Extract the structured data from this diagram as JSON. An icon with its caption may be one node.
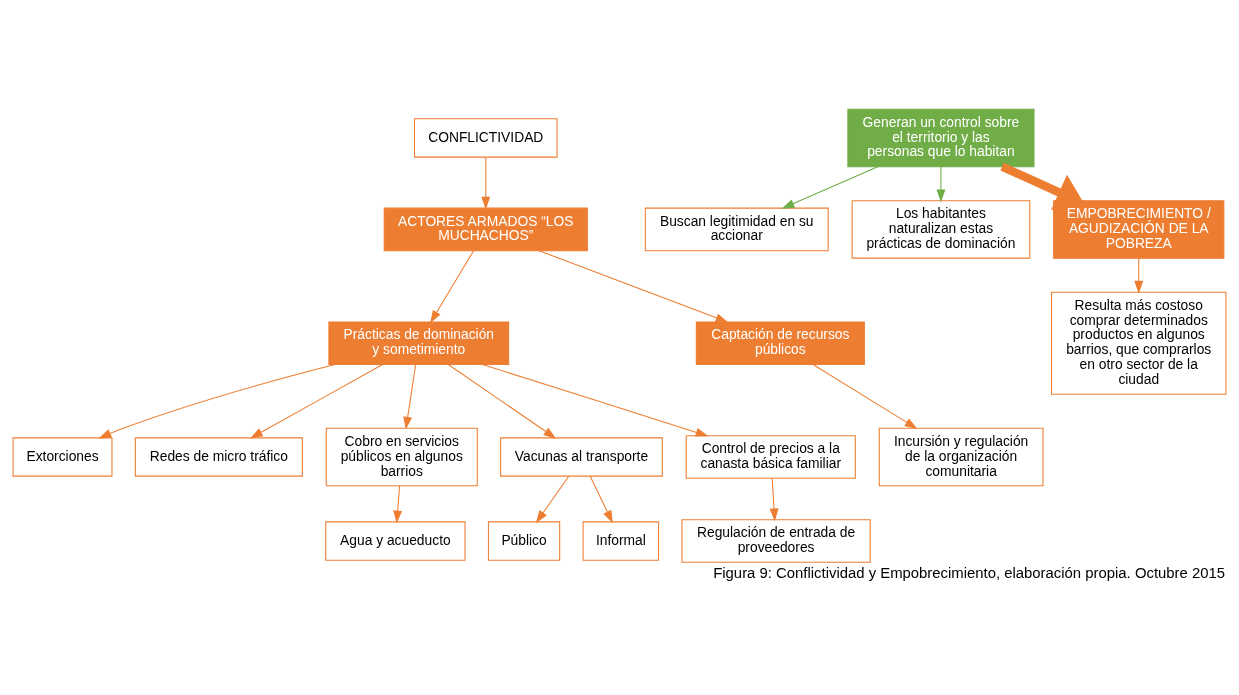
{
  "diagram": {
    "caption": "Figura 9: Conflictividad y Empobrecimiento, elaboración propia. Octubre 2015",
    "nodes": [
      {
        "text": [
          "CONFLICTIVIDAD"
        ]
      },
      {
        "text": [
          "ACTORES ARMADOS “LOS MUCHACHOS”"
        ]
      },
      {
        "text": [
          "Prácticas de dominación y sometimiento"
        ]
      },
      {
        "text": [
          "Captación de recursos públicos"
        ]
      },
      {
        "text": [
          "Extorciones"
        ]
      },
      {
        "text": [
          "Redes de micro tráfico"
        ]
      },
      {
        "text": [
          "Cobro en servicios públicos en algunos barrios"
        ]
      },
      {
        "text": [
          "Vacunas al transporte"
        ]
      },
      {
        "text": [
          "Control de precios a la canasta básica familiar"
        ]
      },
      {
        "text": [
          "Incursión y regulación de la organización comunitaria"
        ]
      },
      {
        "text": [
          "Agua y acueducto"
        ]
      },
      {
        "text": [
          "Público"
        ]
      },
      {
        "text": [
          "Informal"
        ]
      },
      {
        "text": [
          "Regulación de entrada de proveedores"
        ]
      },
      {
        "text": [
          "Buscan legitimidad en su accionar"
        ]
      },
      {
        "text": [
          "Generan un control sobre el territorio y las personas que lo habitan"
        ]
      },
      {
        "text": [
          "Los habitantes naturalizan estas prácticas de dominación"
        ]
      },
      {
        "text": [
          "EMPOBRECIMIENTO / AGUDIZACIÓN DE LA POBREZA"
        ]
      },
      {
        "text": [
          "Resulta más costoso comprar determinados productos en algunos barrios, que comprarlos en otro sector de la ciudad"
        ]
      }
    ],
    "edges": [
      {
        "from": 0,
        "to": 1,
        "arrow": "to"
      },
      {
        "from": 1,
        "to": 2,
        "arrow": "to"
      },
      {
        "from": 1,
        "to": 3,
        "arrow": "to"
      },
      {
        "from": 2,
        "to": 4,
        "arrow": "to"
      },
      {
        "from": 2,
        "to": 5,
        "arrow": "to"
      },
      {
        "from": 2,
        "to": 6,
        "arrow": "to"
      },
      {
        "from": 2,
        "to": 7,
        "arrow": "to"
      },
      {
        "from": 2,
        "to": 8,
        "arrow": "to"
      },
      {
        "from": 3,
        "to": 9,
        "arrow": "to"
      },
      {
        "from": 6,
        "to": 10,
        "arrow": "to"
      },
      {
        "from": 7,
        "to": 11,
        "arrow": "to"
      },
      {
        "from": 7,
        "to": 12,
        "arrow": "to"
      },
      {
        "from": 8,
        "to": 13,
        "arrow": "to"
      },
      {
        "from": 15,
        "to": 14,
        "arrow": "to",
        "color": "#70ad47"
      },
      {
        "from": 15,
        "to": 16,
        "arrow": "to",
        "color": "#70ad47"
      },
      {
        "from": 15,
        "to": 17,
        "arrow": "to",
        "style": "thick"
      },
      {
        "from": 17,
        "to": 18,
        "arrow": "to"
      }
    ]
  }
}
